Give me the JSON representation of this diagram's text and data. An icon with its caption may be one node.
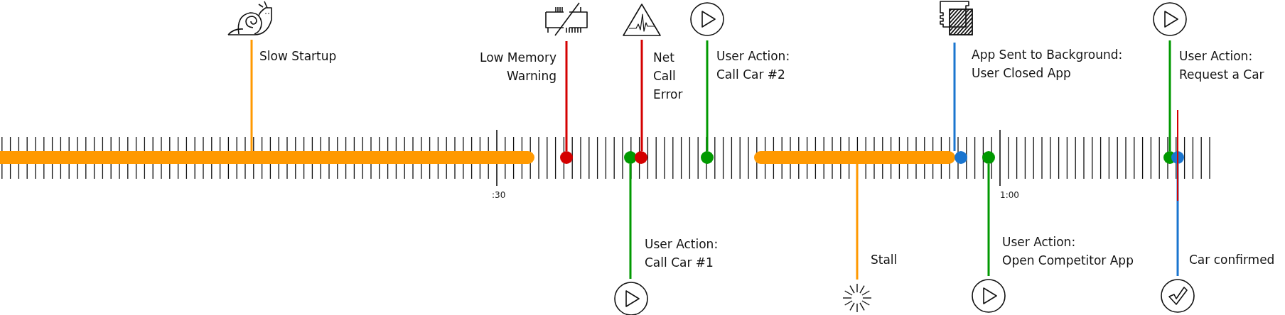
{
  "diagram": {
    "nodes": [
      {
        "text": [],
        "shape": "bar"
      },
      {
        "text": [],
        "shape": "picture",
        "beside": [
          "Slow Startup"
        ]
      },
      {
        "text": [],
        "shape": "picture",
        "beside": [
          "Low Memory Warning"
        ]
      },
      {
        "text": [],
        "shape": "circle"
      },
      {
        "text": [],
        "shape": "picture",
        "beside": [
          "User Action: Call Car #1"
        ]
      },
      {
        "text": [],
        "shape": "circle"
      },
      {
        "text": [],
        "shape": "picture",
        "beside": [
          "Net Call Error"
        ]
      },
      {
        "text": [],
        "shape": "circle"
      },
      {
        "text": [],
        "shape": "picture",
        "beside": [
          "User Action: Call Car #2"
        ]
      },
      {
        "text": [],
        "shape": "circle"
      },
      {
        "text": [],
        "shape": "bar"
      },
      {
        "text": [],
        "shape": "picture",
        "beside": [
          "Stall"
        ]
      },
      {
        "text": [],
        "shape": "picture",
        "beside": [
          "App Sent to Background: User Closed App"
        ]
      },
      {
        "text": [],
        "shape": "circle"
      },
      {
        "text": [],
        "shape": "circle"
      },
      {
        "text": [],
        "shape": "picture",
        "beside": [
          "User Action: Open Competitor App"
        ]
      },
      {
        "text": [],
        "shape": "picture",
        "beside": [
          "User Action: Request a Car"
        ]
      },
      {
        "text": [],
        "shape": "circle"
      },
      {
        "text": [],
        "shape": "circle"
      },
      {
        "text": [],
        "shape": "picture",
        "beside": [
          "Car confirmed"
        ]
      }
    ],
    "edges": [
      {
        "from": 1,
        "to": 0,
        "arrow": "none",
        "color": "#ff9900"
      },
      {
        "from": 2,
        "to": 3,
        "arrow": "none",
        "color": "#d40000"
      },
      {
        "from": 5,
        "to": 4,
        "arrow": "none",
        "color": "#009900"
      },
      {
        "from": 6,
        "to": 7,
        "arrow": "none",
        "color": "#d40000"
      },
      {
        "from": 8,
        "to": 9,
        "arrow": "none",
        "color": "#009900"
      },
      {
        "from": 10,
        "to": 11,
        "arrow": "none",
        "color": "#ff9900"
      },
      {
        "from": 12,
        "to": 13,
        "arrow": "none",
        "color": "#1a75cf"
      },
      {
        "from": 14,
        "to": 15,
        "arrow": "none",
        "color": "#009900"
      },
      {
        "from": 16,
        "to": 17,
        "arrow": "none",
        "color": "#009900"
      },
      {
        "from": 18,
        "to": 19,
        "arrow": "none",
        "color": "#1a75cf"
      }
    ],
    "labels": [
      ":30",
      "1:00"
    ]
  }
}
